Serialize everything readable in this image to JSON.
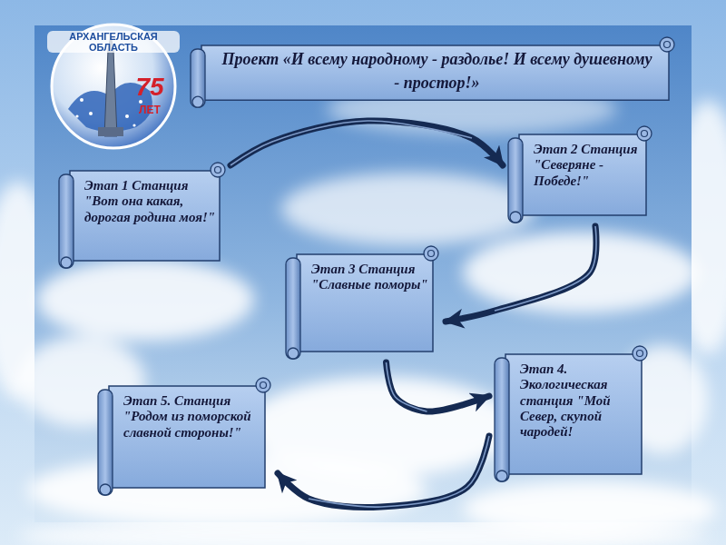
{
  "diagram": {
    "title": "Проект «И всему народному - раздолье! И всему душевному - простор!»",
    "nodes": [
      {
        "text": [
          "Этап 1 Станция \"Вот она какая, дорогая родина моя!\""
        ]
      },
      {
        "text": [
          "Этап 2 Станция \"Северяне - Победе!\""
        ]
      },
      {
        "text": [
          "Этап 3 Станция \"Славные поморы\""
        ]
      },
      {
        "text": [
          "Этап 4. Экологическая станция \"Мой Север, скупой чародей!"
        ]
      },
      {
        "text": [
          "Этап 5. Станция \"Родом из поморской славной стороны!\""
        ]
      }
    ],
    "edges": [
      {
        "from": 0,
        "to": 1,
        "arrow": "to"
      },
      {
        "from": 1,
        "to": 2,
        "arrow": "to"
      },
      {
        "from": 2,
        "to": 3,
        "arrow": "to"
      },
      {
        "from": 3,
        "to": 4,
        "arrow": "to"
      }
    ],
    "labels": [
      "АРХАНГЕЛЬСКАЯ ОБЛАСТЬ",
      "75",
      "ЛЕТ"
    ]
  }
}
